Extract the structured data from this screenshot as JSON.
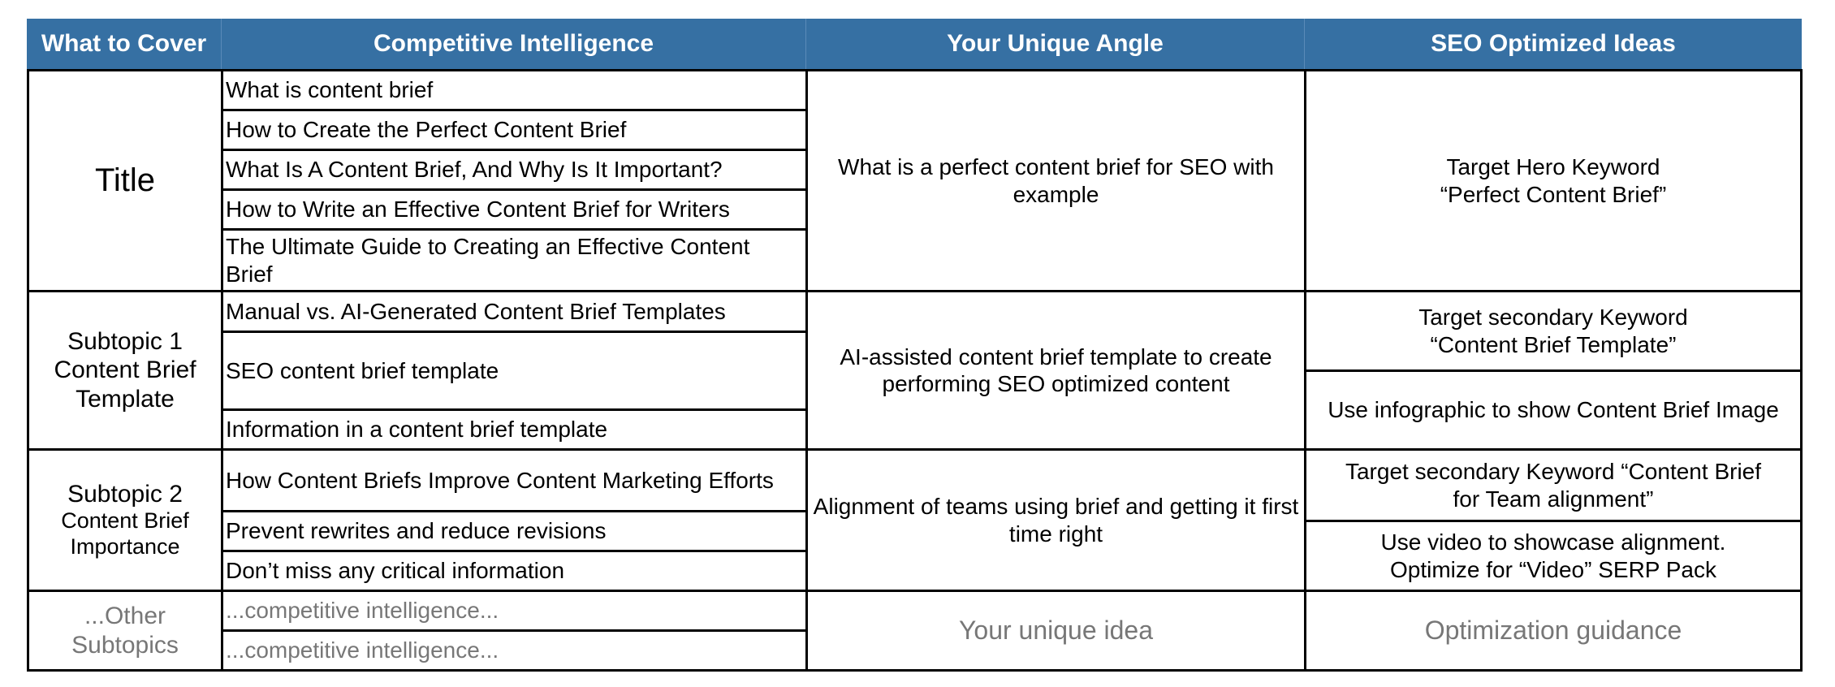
{
  "header": {
    "col1": "What to Cover",
    "col2": "Competitive Intelligence",
    "col3": "Your Unique Angle",
    "col4": "SEO Optimized Ideas"
  },
  "colors": {
    "header_bg": "#3670a3",
    "header_text": "#ffffff",
    "muted_text": "#777777",
    "border": "#000000"
  },
  "rows": [
    {
      "cover": "Title",
      "intel": [
        "What is content brief",
        "How to Create the Perfect Content Brief",
        "What Is A Content Brief, And Why Is It Important?",
        "How to Write an Effective Content Brief for Writers",
        "The Ultimate Guide to Creating an Effective Content Brief"
      ],
      "angle": "What is a perfect content brief for SEO with example",
      "seo": [
        "Target Hero Keyword “Perfect Content Brief”"
      ]
    },
    {
      "cover_line1": "Subtopic 1",
      "cover_line2": "Content Brief Template",
      "intel": [
        "Manual vs. AI-Generated Content Brief Templates",
        "SEO content brief template",
        "Information in a content brief template"
      ],
      "angle": "AI-assisted content brief template to create performing SEO optimized content",
      "seo": [
        "Target secondary Keyword “Content Brief Template”",
        "Use infographic to show Content Brief Image"
      ]
    },
    {
      "cover_line1": "Subtopic 2",
      "cover_line2": "Content Brief Importance",
      "intel": [
        "How Content Briefs Improve Content Marketing Efforts",
        "Prevent rewrites and reduce revisions",
        "Don’t miss any critical information"
      ],
      "angle": "Alignment of teams using brief and getting it first time right",
      "seo": [
        "Target secondary Keyword “Content Brief  for Team alignment”",
        "Use video to showcase alignment. Optimize for “Video” SERP Pack"
      ]
    },
    {
      "cover": "...Other Subtopics",
      "intel": [
        "...competitive intelligence...",
        "...competitive intelligence..."
      ],
      "angle": "Your unique idea",
      "seo": [
        "Optimization guidance"
      ]
    }
  ]
}
